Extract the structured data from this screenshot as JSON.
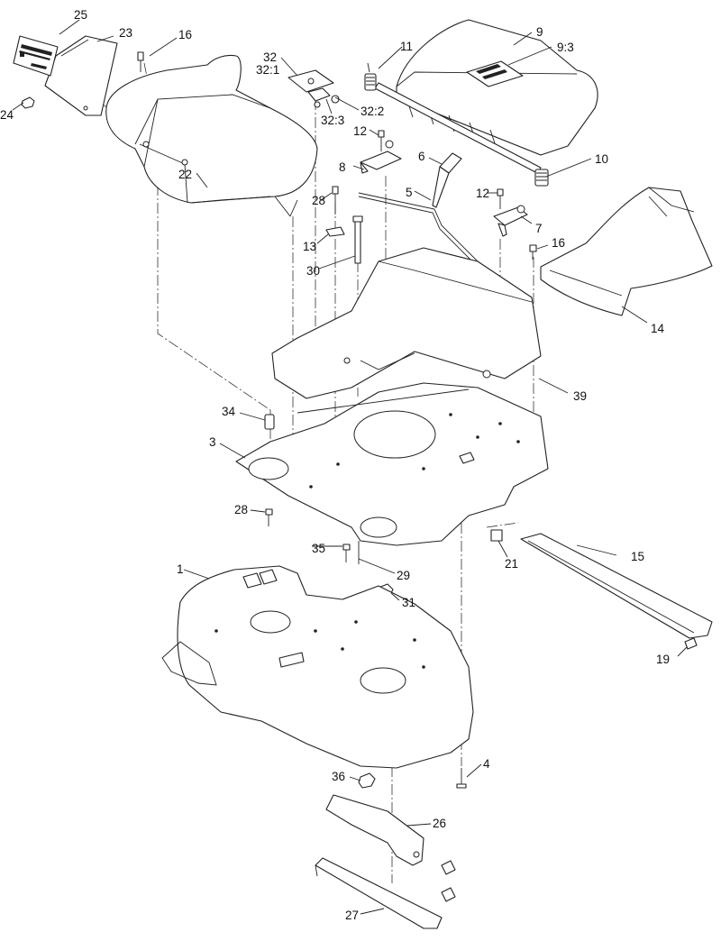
{
  "diagram": {
    "callouts": [
      {
        "id": "c25",
        "text": "25"
      },
      {
        "id": "c23",
        "text": "23"
      },
      {
        "id": "c16a",
        "text": "16"
      },
      {
        "id": "c24",
        "text": "24"
      },
      {
        "id": "c22",
        "text": "22"
      },
      {
        "id": "c32",
        "text": "32"
      },
      {
        "id": "c32-1",
        "text": "32:1"
      },
      {
        "id": "c32-3",
        "text": "32:3"
      },
      {
        "id": "c32-2",
        "text": "32:2"
      },
      {
        "id": "c11",
        "text": "11"
      },
      {
        "id": "c9",
        "text": "9"
      },
      {
        "id": "c9-3",
        "text": "9:3"
      },
      {
        "id": "c12a",
        "text": "12"
      },
      {
        "id": "c8",
        "text": "8"
      },
      {
        "id": "c6",
        "text": "6"
      },
      {
        "id": "c10",
        "text": "10"
      },
      {
        "id": "c28a",
        "text": "28"
      },
      {
        "id": "c5",
        "text": "5"
      },
      {
        "id": "c12b",
        "text": "12"
      },
      {
        "id": "c7",
        "text": "7"
      },
      {
        "id": "c13",
        "text": "13"
      },
      {
        "id": "c16b",
        "text": "16"
      },
      {
        "id": "c30",
        "text": "30"
      },
      {
        "id": "c14",
        "text": "14"
      },
      {
        "id": "c39",
        "text": "39"
      },
      {
        "id": "c34",
        "text": "34"
      },
      {
        "id": "c3",
        "text": "3"
      },
      {
        "id": "c28b",
        "text": "28"
      },
      {
        "id": "c35",
        "text": "35"
      },
      {
        "id": "c29",
        "text": "29"
      },
      {
        "id": "c21",
        "text": "21"
      },
      {
        "id": "c15",
        "text": "15"
      },
      {
        "id": "c1",
        "text": "1"
      },
      {
        "id": "c31",
        "text": "31"
      },
      {
        "id": "c19",
        "text": "19"
      },
      {
        "id": "c4",
        "text": "4"
      },
      {
        "id": "c36",
        "text": "36"
      },
      {
        "id": "c26",
        "text": "26"
      },
      {
        "id": "c27",
        "text": "27"
      }
    ]
  }
}
